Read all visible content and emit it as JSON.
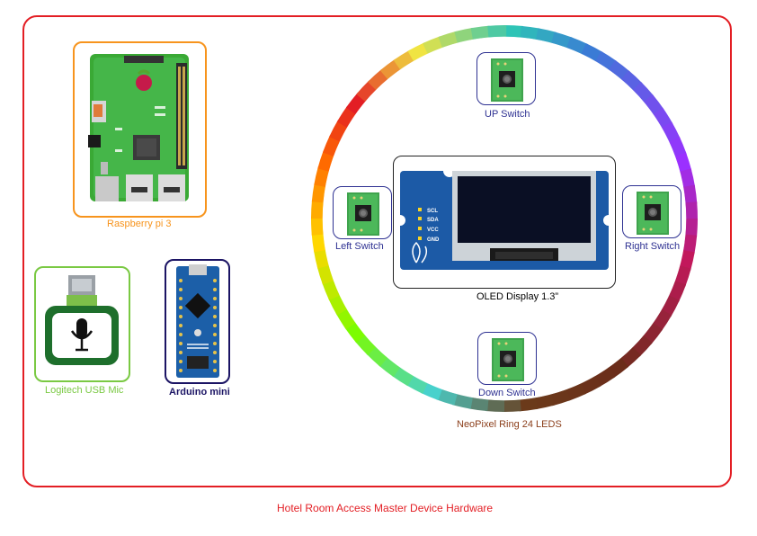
{
  "title": "Hotel Room Access Master Device Hardware",
  "colors": {
    "frame": "#e31e24",
    "rpi_border": "#f7941d",
    "rpi_label": "#f7941d",
    "mic_border": "#7ac943",
    "mic_label": "#7ac943",
    "arduino_border": "#1b1464",
    "arduino_label": "#1b1464",
    "switch_border": "#2e3192",
    "switch_label": "#2e3192",
    "ring_label": "#8b3e1a",
    "oled_label": "#000000"
  },
  "components": {
    "rpi": {
      "label": "Raspberry pi 3",
      "icon": "raspberry-pi-board"
    },
    "mic": {
      "label": "Logitech USB Mic",
      "icon": "microphone-icon"
    },
    "arduino": {
      "label": "Arduino mini",
      "icon": "arduino-nano-board"
    },
    "ring": {
      "label": "NeoPixel Ring 24 LEDS"
    },
    "oled": {
      "label": "OLED Display 1.3”",
      "pins": [
        "SCL",
        "SDA",
        "VCC",
        "GND"
      ]
    },
    "switches": {
      "up": "UP Switch",
      "left": "Left Switch",
      "right": "Right Switch",
      "down": "Down Switch"
    }
  }
}
